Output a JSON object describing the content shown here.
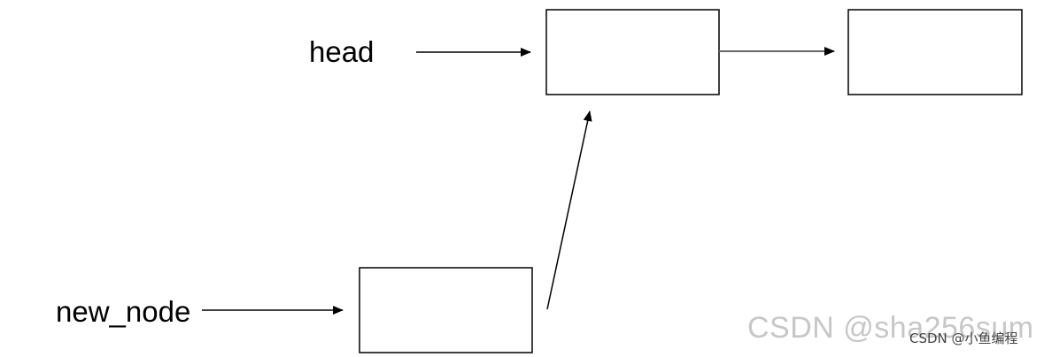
{
  "diagram": {
    "labels": {
      "head": "head",
      "new_node": "new_node"
    },
    "nodes": [
      {
        "id": "node-1",
        "text": ""
      },
      {
        "id": "node-2",
        "text": ""
      },
      {
        "id": "new-node-box",
        "text": ""
      }
    ],
    "arrows": [
      {
        "from": "head",
        "to": "node-1"
      },
      {
        "from": "node-1",
        "to": "node-2"
      },
      {
        "from": "new_node",
        "to": "new-node-box"
      },
      {
        "from": "new-node-box",
        "to": "node-1"
      }
    ]
  },
  "watermark": {
    "main": "CSDN @sha256sum",
    "small": "CSDN @小鱼编程"
  }
}
